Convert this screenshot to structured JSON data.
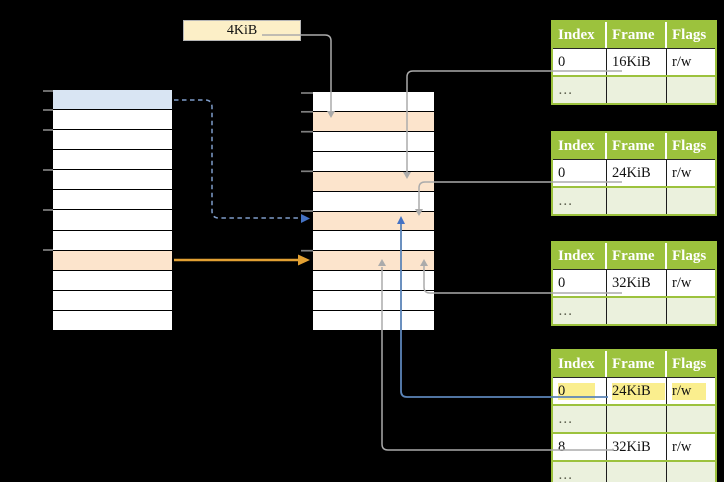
{
  "colors": {
    "green_header": "#9CC23D",
    "green_light": "#EBF1DD",
    "row_orange": "#FCE4CC",
    "row_blue": "#D9E5F3",
    "box_cream": "#FCEFC7",
    "highlight_yellow": "#FAEE8E",
    "line_gray": "#ABABAB",
    "line_blue_dash": "#7E9CC9",
    "line_blue": "#5B84B8",
    "arrow_blue": "#4472C4",
    "line_orange": "#E2A033",
    "tick_gray": "#7F7F7F"
  },
  "size_label": "4KiB",
  "left_stack": {
    "rows": 12,
    "blue_rows": [
      0
    ],
    "orange_rows": [
      8
    ]
  },
  "middle_stack": {
    "rows": 12,
    "blue_rows": [],
    "orange_rows": [
      1,
      4,
      6,
      8
    ]
  },
  "page_tables": [
    {
      "headers": [
        "Index",
        "Frame",
        "Flags"
      ],
      "rows": [
        {
          "cells": [
            "0",
            "16KiB",
            "r/w"
          ],
          "variant": "plain",
          "highlight": false
        },
        {
          "cells": [
            "…",
            "",
            ""
          ],
          "variant": "dots",
          "highlight": false
        }
      ]
    },
    {
      "headers": [
        "Index",
        "Frame",
        "Flags"
      ],
      "rows": [
        {
          "cells": [
            "0",
            "24KiB",
            "r/w"
          ],
          "variant": "plain",
          "highlight": false
        },
        {
          "cells": [
            "…",
            "",
            ""
          ],
          "variant": "dots",
          "highlight": false
        }
      ]
    },
    {
      "headers": [
        "Index",
        "Frame",
        "Flags"
      ],
      "rows": [
        {
          "cells": [
            "0",
            "32KiB",
            "r/w"
          ],
          "variant": "plain",
          "highlight": false
        },
        {
          "cells": [
            "…",
            "",
            ""
          ],
          "variant": "dots",
          "highlight": false
        }
      ]
    },
    {
      "headers": [
        "Index",
        "Frame",
        "Flags"
      ],
      "rows": [
        {
          "cells": [
            "0",
            "24KiB",
            "r/w"
          ],
          "variant": "plain",
          "highlight": true
        },
        {
          "cells": [
            "…",
            "",
            ""
          ],
          "variant": "dots",
          "highlight": false
        },
        {
          "cells": [
            "8",
            "32KiB",
            "r/w"
          ],
          "variant": "plain",
          "highlight": false
        },
        {
          "cells": [
            "…",
            "",
            ""
          ],
          "variant": "dots",
          "highlight": false
        }
      ]
    }
  ]
}
